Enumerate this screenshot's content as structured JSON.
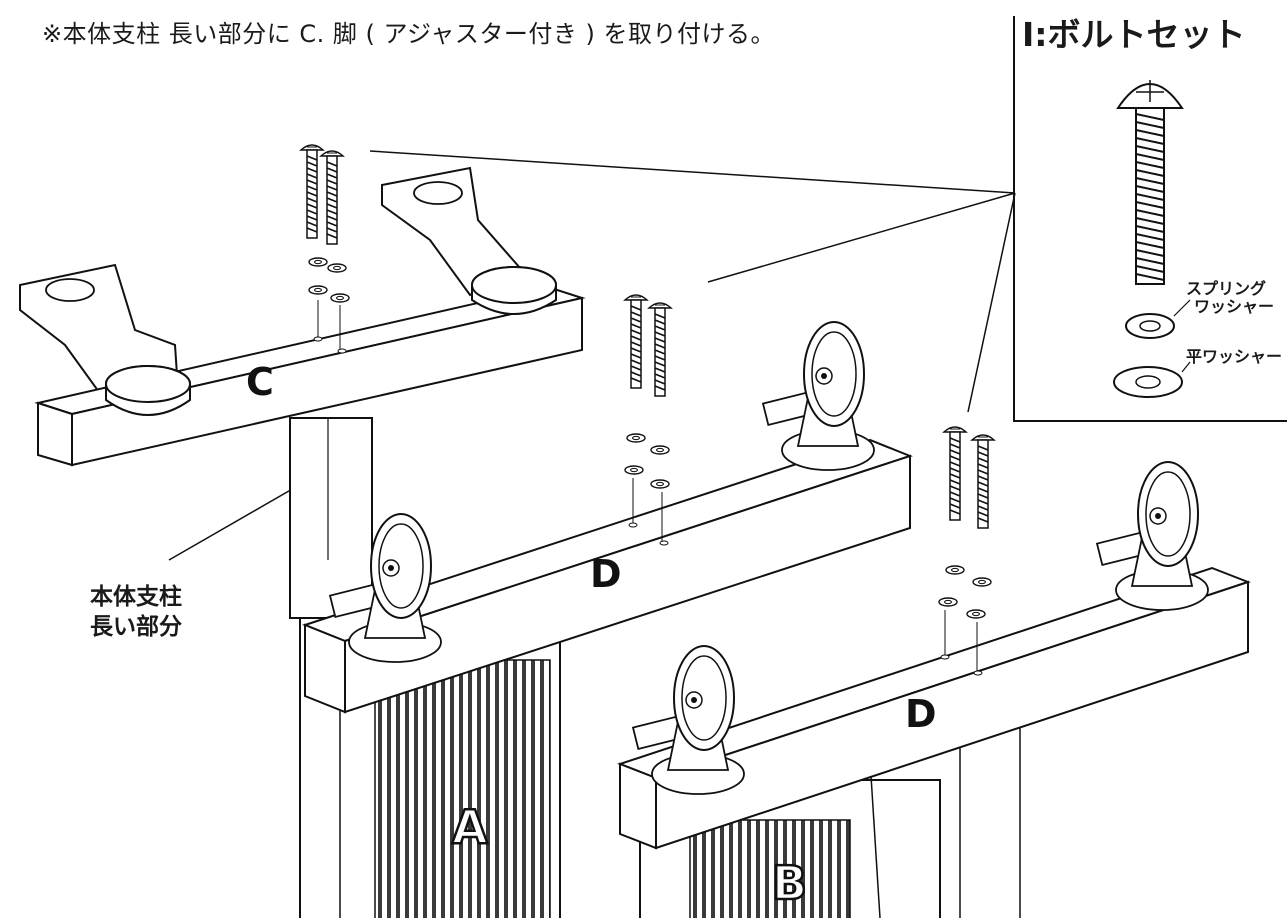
{
  "instruction": "※本体支柱 長い部分に C. 脚 ( アジャスター付き ) を取り付ける。",
  "callout_label": [
    "本体支柱",
    "長い部分"
  ],
  "part_letters": {
    "c": "C",
    "d1": "D",
    "d2": "D",
    "a": "A",
    "b": "B"
  },
  "bolt_panel": {
    "title": "I:ボルトセット",
    "spring_washer": [
      "スプリング",
      "ワッシャー"
    ],
    "flat_washer": "平ワッシャー"
  }
}
